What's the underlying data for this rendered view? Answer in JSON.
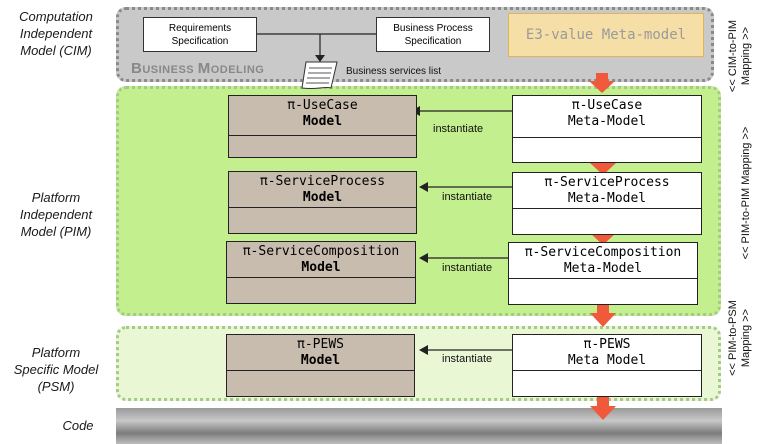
{
  "levels": {
    "cim": "Computation Independent Model (CIM)",
    "cim_lines": [
      "Computation",
      "Independent",
      "Model (CIM)"
    ],
    "pim_lines": [
      "Platform",
      "Independent",
      "Model (PIM)"
    ],
    "psm_lines": [
      "Platform",
      "Specific Model",
      "(PSM)"
    ],
    "code": "Code"
  },
  "business": {
    "requirements_lines": [
      "Requirements",
      "Specification"
    ],
    "business_process_lines": [
      "Business Process",
      "Specification"
    ],
    "e3_value": "E3-value Meta-model",
    "title_big_b": "B",
    "title_rest1": "USINESS ",
    "title_big_m": "M",
    "title_rest2": "ODELING",
    "services_list": "Business services list"
  },
  "rows": [
    {
      "model_name": "π-UseCase",
      "model_suffix": "Model",
      "meta_name": "π-UseCase",
      "meta_suffix": "Meta-Model",
      "relation": "instantiate"
    },
    {
      "model_name": "π-ServiceProcess",
      "model_suffix": "Model",
      "meta_name": "π-ServiceProcess",
      "meta_suffix": "Meta-Model",
      "relation": "instantiate"
    },
    {
      "model_name": "π-ServiceComposition",
      "model_suffix": "Model",
      "meta_name": "π-ServiceComposition",
      "meta_suffix": "Meta-Model",
      "relation": "instantiate"
    },
    {
      "model_name": "π-PEWS",
      "model_suffix": "Model",
      "meta_name": "π-PEWS",
      "meta_suffix": "Meta Model",
      "relation": "instantiate"
    }
  ],
  "mappings": {
    "cim_to_pim_lines": [
      "<< CIM-to-PIM",
      "Mapping >>"
    ],
    "pim_to_pim": "<< PIM-to-PIM Mapping >>",
    "pim_to_psm_lines": [
      "<< PIM-to-PSM",
      "Mapping >>"
    ]
  },
  "colors": {
    "cim_band": "#c9c9c9",
    "pim_band": "#c3ef8e",
    "psm_band": "#eaf7d5",
    "model_box": "#c8bcae",
    "arrow": "#f05a3a"
  }
}
